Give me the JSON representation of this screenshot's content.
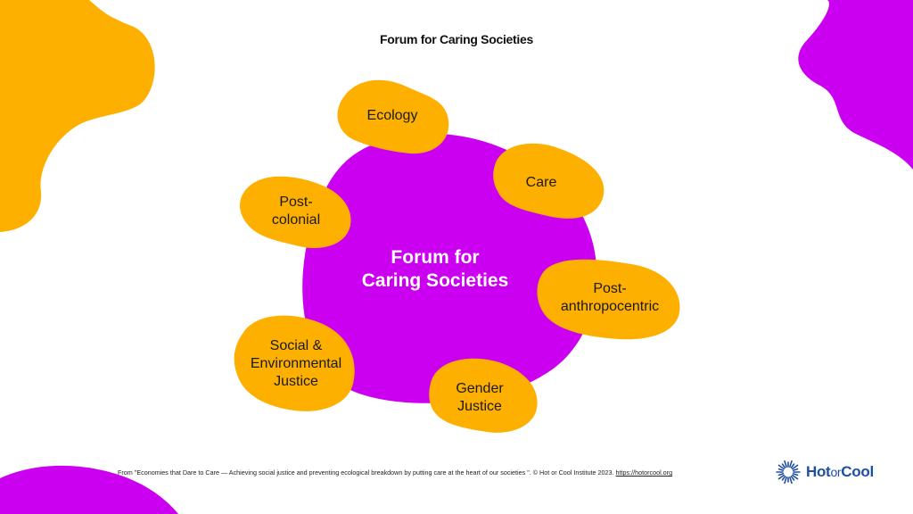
{
  "page": {
    "title": "Forum for Caring Societies"
  },
  "diagram": {
    "center": {
      "line1": "Forum for",
      "line2": "Caring Societies"
    },
    "nodes": [
      {
        "id": "ecology",
        "label": "Ecology"
      },
      {
        "id": "care",
        "label": "Care"
      },
      {
        "id": "post-colonial",
        "label": "Post-\ncolonial"
      },
      {
        "id": "post-anthropocentric",
        "label": "Post-\nanthropocentric"
      },
      {
        "id": "social-environmental-justice",
        "label": "Social &\nEnvironmental\nJustice"
      },
      {
        "id": "gender-justice",
        "label": "Gender\nJustice"
      }
    ]
  },
  "footer": {
    "source_text": "From \"Economies that Dare to Care — Achieving social justice and preventing ecological breakdown by putting care at the heart of our societies \". © Hot or Cool Institute 2023. ",
    "source_link": "https://hotorcool.org"
  },
  "logo": {
    "part1": "Hot",
    "part2": "or",
    "part3": "Cool"
  },
  "colors": {
    "magenta": "#CC00F0",
    "orange": "#FDB000",
    "logo_blue": "#1F4FA3"
  }
}
